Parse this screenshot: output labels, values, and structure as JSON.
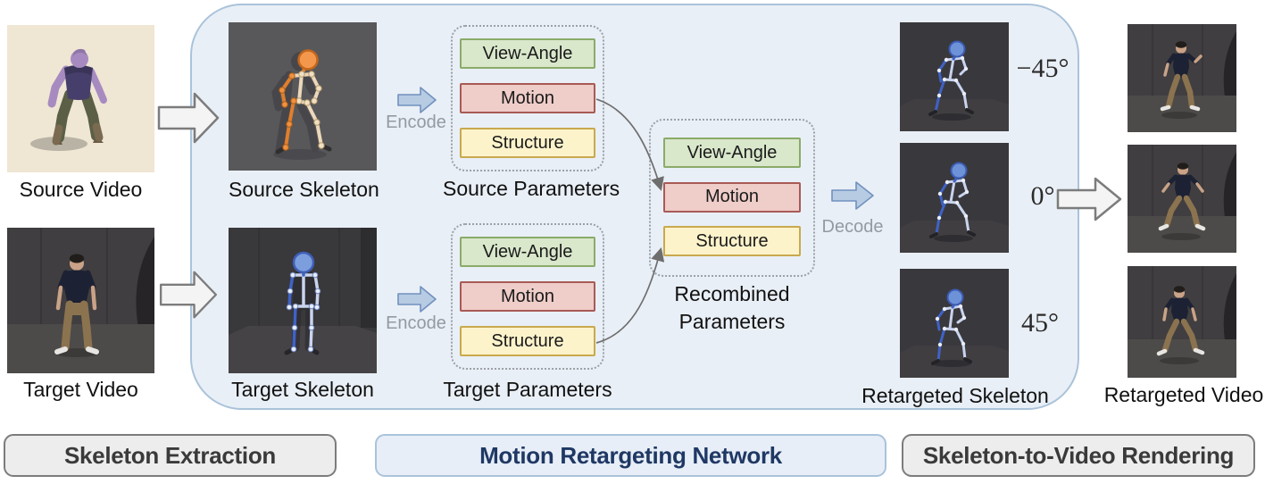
{
  "stages": {
    "source_video": "Source Video",
    "source_skeleton": "Source Skeleton",
    "target_video": "Target Video",
    "target_skeleton": "Target Skeleton",
    "retargeted_skeleton": "Retargeted Skeleton",
    "retargeted_video": "Retargeted Video"
  },
  "param_groups": {
    "source": {
      "title": "Source Parameters",
      "items": [
        "View-Angle",
        "Motion",
        "Structure"
      ]
    },
    "target": {
      "title": "Target Parameters",
      "items": [
        "View-Angle",
        "Motion",
        "Structure"
      ]
    },
    "recombined": {
      "title_lines": [
        "Recombined",
        "Parameters"
      ],
      "items": [
        "View-Angle",
        "Motion",
        "Structure"
      ]
    }
  },
  "flow_labels": {
    "encode_source": "Encode",
    "encode_target": "Encode",
    "decode": "Decode"
  },
  "angles": [
    "−45°",
    "0°",
    "45°"
  ],
  "footer": {
    "skeleton_extraction": "Skeleton Extraction",
    "motion_retargeting_network": "Motion Retargeting Network",
    "skeleton_to_video_rendering": "Skeleton-to-Video Rendering"
  },
  "colors": {
    "view_angle_bg": "#d9e7cb",
    "view_angle_border": "#8aab69",
    "motion_bg": "#efcdc9",
    "motion_border": "#a85a55",
    "structure_bg": "#fdf3cb",
    "structure_border": "#c9a94e",
    "network_bg": "#e9eff6",
    "network_border": "#aac3da",
    "network_text": "#1f3864",
    "encode_decode_arrow": "#b7cbe3",
    "source_skeleton_accent": "#e07e2c",
    "target_skeleton_accent": "#4a6cc8"
  }
}
